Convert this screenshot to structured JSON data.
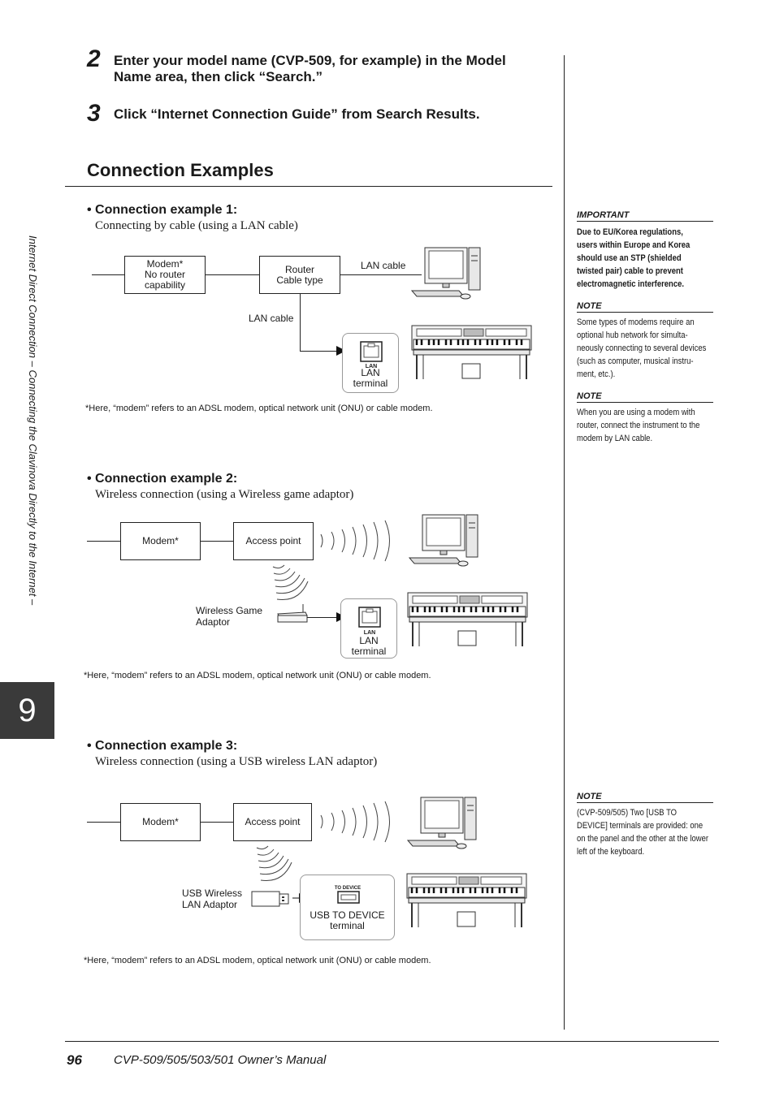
{
  "steps": [
    {
      "num": "2",
      "text": "Enter your model name (CVP-509, for example) in the Model Name area, then click “Search.”"
    },
    {
      "num": "3",
      "text": "Click “Internet Connection Guide” from Search Results."
    }
  ],
  "section_title": "Connection Examples",
  "examples": [
    {
      "heading": "• Connection example 1:",
      "subtitle": "Connecting by cable (using a LAN cable)",
      "modem_lines": [
        "Modem*",
        "No router",
        "capability"
      ],
      "router_lines": [
        "Router",
        "Cable type"
      ],
      "lan_cable_1": "LAN cable",
      "lan_cable_2": "LAN cable",
      "port_label": "LAN",
      "terminal_lines": [
        "LAN",
        "terminal"
      ],
      "footnote": "*Here, “modem” refers to an ADSL modem, optical network unit (ONU) or cable modem."
    },
    {
      "heading": "• Connection example 2:",
      "subtitle": "Wireless connection (using a Wireless game adaptor)",
      "modem": "Modem*",
      "access_point": "Access point",
      "adaptor_lines": [
        "Wireless Game",
        "Adaptor"
      ],
      "port_label": "LAN",
      "terminal_lines": [
        "LAN",
        "terminal"
      ],
      "footnote": "*Here, “modem” refers to an ADSL modem, optical network unit (ONU) or cable modem."
    },
    {
      "heading": "• Connection example 3:",
      "subtitle": "Wireless connection (using a USB wireless LAN adaptor)",
      "modem": "Modem*",
      "access_point": "Access point",
      "adaptor_lines": [
        "USB Wireless",
        "LAN Adaptor"
      ],
      "port_label": "TO DEVICE",
      "terminal_lines": [
        "USB TO DEVICE",
        "terminal"
      ],
      "footnote": "*Here, “modem” refers to an ADSL modem, optical network unit (ONU) or cable modem."
    }
  ],
  "sidebar": {
    "important_head": "IMPORTANT",
    "important_lines": [
      "Due to EU/Korea regulations,",
      "users within Europe and Korea",
      "should use an STP (shielded",
      "twisted pair) cable to prevent",
      "electromagnetic interference."
    ],
    "note1_head": "NOTE",
    "note1_lines": [
      "Some types of modems require an",
      "optional hub network for simulta-",
      "neously connecting to several devices",
      "(such as computer, musical instru-",
      "ment, etc.)."
    ],
    "note2_head": "NOTE",
    "note2_lines": [
      "When you are using a modem with",
      "router, connect the instrument to the",
      "modem by LAN cable."
    ],
    "note3_head": "NOTE",
    "note3_lines": [
      "(CVP-509/505) Two [USB TO",
      "DEVICE] terminals are provided: one",
      "on the panel and the other at the lower",
      "left of the keyboard."
    ]
  },
  "chapter": {
    "number": "9",
    "side_title": "Internet Direct Connection – Connecting the Clavinova Directly to the Internet –"
  },
  "footer": {
    "page": "96",
    "title": "CVP-509/505/503/501 Owner’s Manual"
  },
  "icons": [
    "computer-icon",
    "piano-icon",
    "lan-port-icon",
    "usb-port-icon",
    "wireless-waves-icon",
    "game-adaptor-icon",
    "usb-dongle-icon",
    "arrow-icon"
  ]
}
